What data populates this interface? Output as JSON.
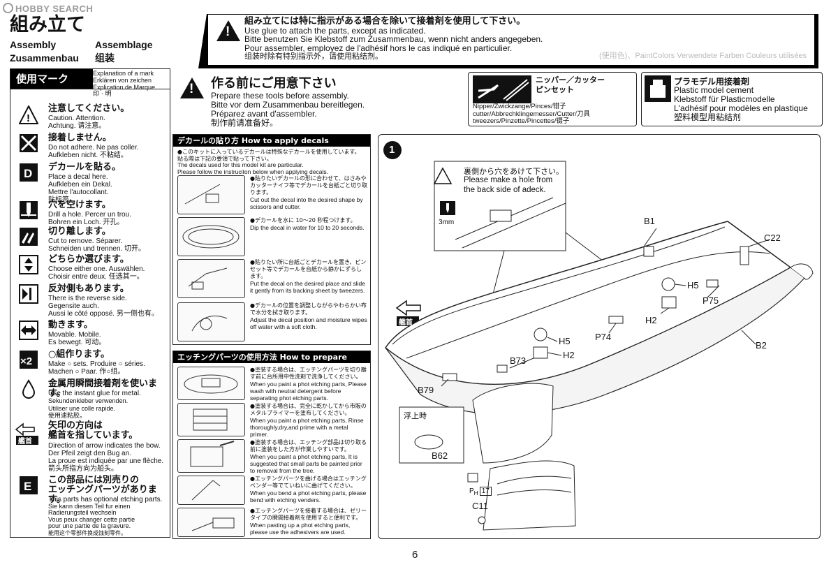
{
  "watermark": "HOBBY SEARCH",
  "header": {
    "title_ja": "組み立て",
    "titles": [
      "Assembly",
      "Assemblage",
      "Zusammenbau",
      "组装"
    ],
    "warning": {
      "ja": "組み立てには特に指示がある場合を除いて接着剤を使用して下さい。",
      "en": "Use glue to attach the parts, except as indicated.",
      "de": "Bitte benutzen Sie Klebstoff zum Zusammenbau, wenn nicht anders angegeben.",
      "fr": "Pour assembler, employez de l'adhésif hors le cas indiqué en particulier.",
      "zh": "组装时除有特别指示外，请使用粘结剂。"
    }
  },
  "sidebar": {
    "title": "使用マーク",
    "subtitle": [
      "Explanation of a mark",
      "Erklären von zeichen",
      "Explication de Marque",
      "印 · 明"
    ],
    "marks": [
      {
        "icon": "caution-icon",
        "ja": "注意してください。",
        "en": [
          "Caution.  Attention.",
          "Achtung. 请注意。"
        ]
      },
      {
        "icon": "no-glue-icon",
        "ja": "接着しません。",
        "en": [
          "Do not adhere.    Ne pas coller.",
          "Aufkleben nicht.  不粘结。"
        ]
      },
      {
        "icon": "decal-icon",
        "ja": "デカールを貼る。",
        "en": [
          "Place a decal here.",
          "Aufkleben ein Dekal.",
          "Mettre l'autocollant.",
          "贴标签。"
        ]
      },
      {
        "icon": "drill-icon",
        "ja": "穴を空けます。",
        "en": [
          "Drill a hole.        Percer un trou.",
          "Bohren ein Loch. 开孔。"
        ]
      },
      {
        "icon": "cut-icon",
        "ja": "切り離します。",
        "en": [
          "Cut to remove.          Séparer.",
          "Schneiden und trennen. 切开。"
        ]
      },
      {
        "icon": "choose-icon",
        "ja": "どちらか選びます。",
        "en": [
          "Choose either one.  Auswählen.",
          "Choisir entre deux. 任选其一。"
        ]
      },
      {
        "icon": "reverse-side-icon",
        "ja": "反対側もあります。",
        "en": [
          "There is the reverse side.",
          "Gegensite auch.",
          "Aussi le côté opposé. 另一侧也有。"
        ]
      },
      {
        "icon": "movable-icon",
        "ja": "動きます。",
        "en": [
          "Movable.      Mobile.",
          "Es bewegt.    可动。"
        ]
      },
      {
        "icon": "make-sets-icon",
        "ja": "○組作ります。",
        "en": [
          "Make ○ sets.      Produire ○ séries.",
          "Machen ○ Paar.  作○组。"
        ]
      },
      {
        "icon": "instant-glue-icon",
        "ja": "金属用瞬間接着剤を使います。",
        "en": [
          "Use the instant glue for metal.",
          "Sekundenkleber verwenden.",
          "Utiliser une colle rapide.",
          "使用速粘胶。"
        ]
      },
      {
        "icon": "bow-arrow-icon",
        "ja": "矢印の方向は\n艦首を指しています。",
        "en": [
          "Direction of arrow indicates the bow.",
          "Der Pfeil zeigt den Bug an.",
          "La proue est indiquée par une flèche.",
          "箭头所指方向为船头。"
        ]
      },
      {
        "icon": "etching-icon",
        "ja": "この部品には別売りの\nエッチングパーツがあります。",
        "en": [
          "This parts has optional etching parts.",
          "Sie kann diesen Teil fur einen",
          "Radierungsteil wechseln",
          "Vous peux changer cette partie",
          "pour une partie de la gravure.",
          "能用这个零部件换成蚀刻零件。"
        ]
      }
    ]
  },
  "prep": {
    "ja": "作る前にご用意下さい",
    "lines": [
      "Prepare these tools before assembly.",
      "Bitte vor dem Zusammenbau bereitlegen.",
      "Préparez avant d'assembler.",
      "制作前请准备好。"
    ]
  },
  "tools": {
    "title": "ニッパー／カッター\nピンセット",
    "lines": [
      "Nipper/Zwickzange/Pinces/钳子",
      "cutter/Abbrechklingemesser/Cutter/刀具",
      "tweezers/Pinzette/Pincettes/镊子"
    ]
  },
  "cement": {
    "title": "プラモデル用接着剤",
    "lines": [
      "Plastic model cement",
      "Klebstoff für Plasticmodelle",
      "L'adhésif pour modèles en plastique",
      "塑料模型用粘结剂"
    ]
  },
  "ghost_header": "(使用色)、PaintColors  Verwendete Farben  Couleurs utilisées",
  "decals": {
    "title": "デカールの貼り方 How to apply decals",
    "intro_ja": "●このキットに入っているデカールは特殊なデカールを使用しています。\n貼る際は下記の要領で貼って下さい。",
    "intro_en": "The decals used for this model kit are particular.\nPlease follow the instruciton below when applying decals.",
    "steps": [
      {
        "ja": "●貼りたいデカールの形に合わせて、はさみやカッターナイフ等でデカールを台紙ごと切り取ります。",
        "en": "Cut out the decal into the desired shape by scissors and cutter."
      },
      {
        "ja": "●デカールを水に 10～20 秒程つけます。",
        "en": "Dip the decal in water for 10 to 20 seconds."
      },
      {
        "ja": "●貼りたい所に台紙ごとデカールを置き、ピンセット等でデカールを台紙から静かにずらします。",
        "en": "Put the decal on the desired place and slide it gently from its backing sheet by tweezers."
      },
      {
        "ja": "●デカールの位置を調整しながらやわらかい布で水分を拭き取ります。",
        "en": "Adjust the decal position and moisture wipes off water with a soft cloth."
      }
    ]
  },
  "etching": {
    "title": "エッチングパーツの使用方法 How to prepare etching parts",
    "steps": [
      {
        "ja": "●塗装する場合は、エッチングパーツを切り離す前に台所用中性洗剤で洗浄してください。",
        "en": "When you paint a phot etching parts, Please wash with neutral detergent before separating phot etching parts."
      },
      {
        "ja": "●塗装する場合は、完全に乾かしてから市販のメタルプライマーを塗布してください。",
        "en": "When you paint a phot etching parts, Rinse thoroughly,dry,and prime with a metal primer."
      },
      {
        "ja": "●塗装する場合は、エッチング部品は切り取る前に塗装をした方が作業しやすいです。",
        "en": "When you paint a phot etching parts, It is suggested that small parts be painted prior to removal from the tree."
      },
      {
        "ja": "●エッチングパーツを曲げる場合はエッチングベンダー等でていねいに曲げてください。",
        "en": "When you bend a phot etching parts, please bend with etching venders."
      },
      {
        "ja": "●エッチングパーツを接着する場合は、ゼリータイプの瞬間接着剤を使用すると便利です。",
        "en": "When pasting up a phot etching parts, please use the adhesivers are used."
      }
    ]
  },
  "diagram": {
    "step": "1",
    "note_ja": "裏側から穴をあけて下さい。",
    "note_en": "Please make a hole from\nthe back side of adeck.",
    "drill_size": "3mm",
    "bow_label": "艦首",
    "parts": [
      "B1",
      "C22",
      "H5",
      "P75",
      "H2",
      "P74",
      "H5",
      "H2",
      "B73",
      "B2",
      "B79",
      "B62",
      "C11"
    ],
    "float_label": "浮上時",
    "etch_ref": "17"
  },
  "page_number": "6"
}
